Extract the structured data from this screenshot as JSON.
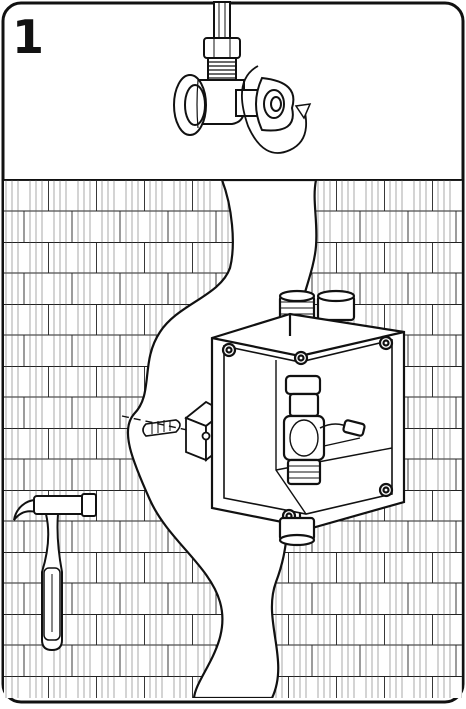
{
  "step": {
    "number": "1"
  },
  "illustration": {
    "panel_top": "valve-shutoff",
    "panel_bottom": "box-wall-mounting",
    "icons": [
      "angle-valve-icon",
      "rotation-arrow-icon",
      "hammer-icon",
      "wall-plug-icon",
      "screw-icon",
      "bracket-icon",
      "installation-box-icon"
    ]
  },
  "colors": {
    "line": "#111111",
    "background": "#ffffff",
    "frame": "#111111"
  }
}
